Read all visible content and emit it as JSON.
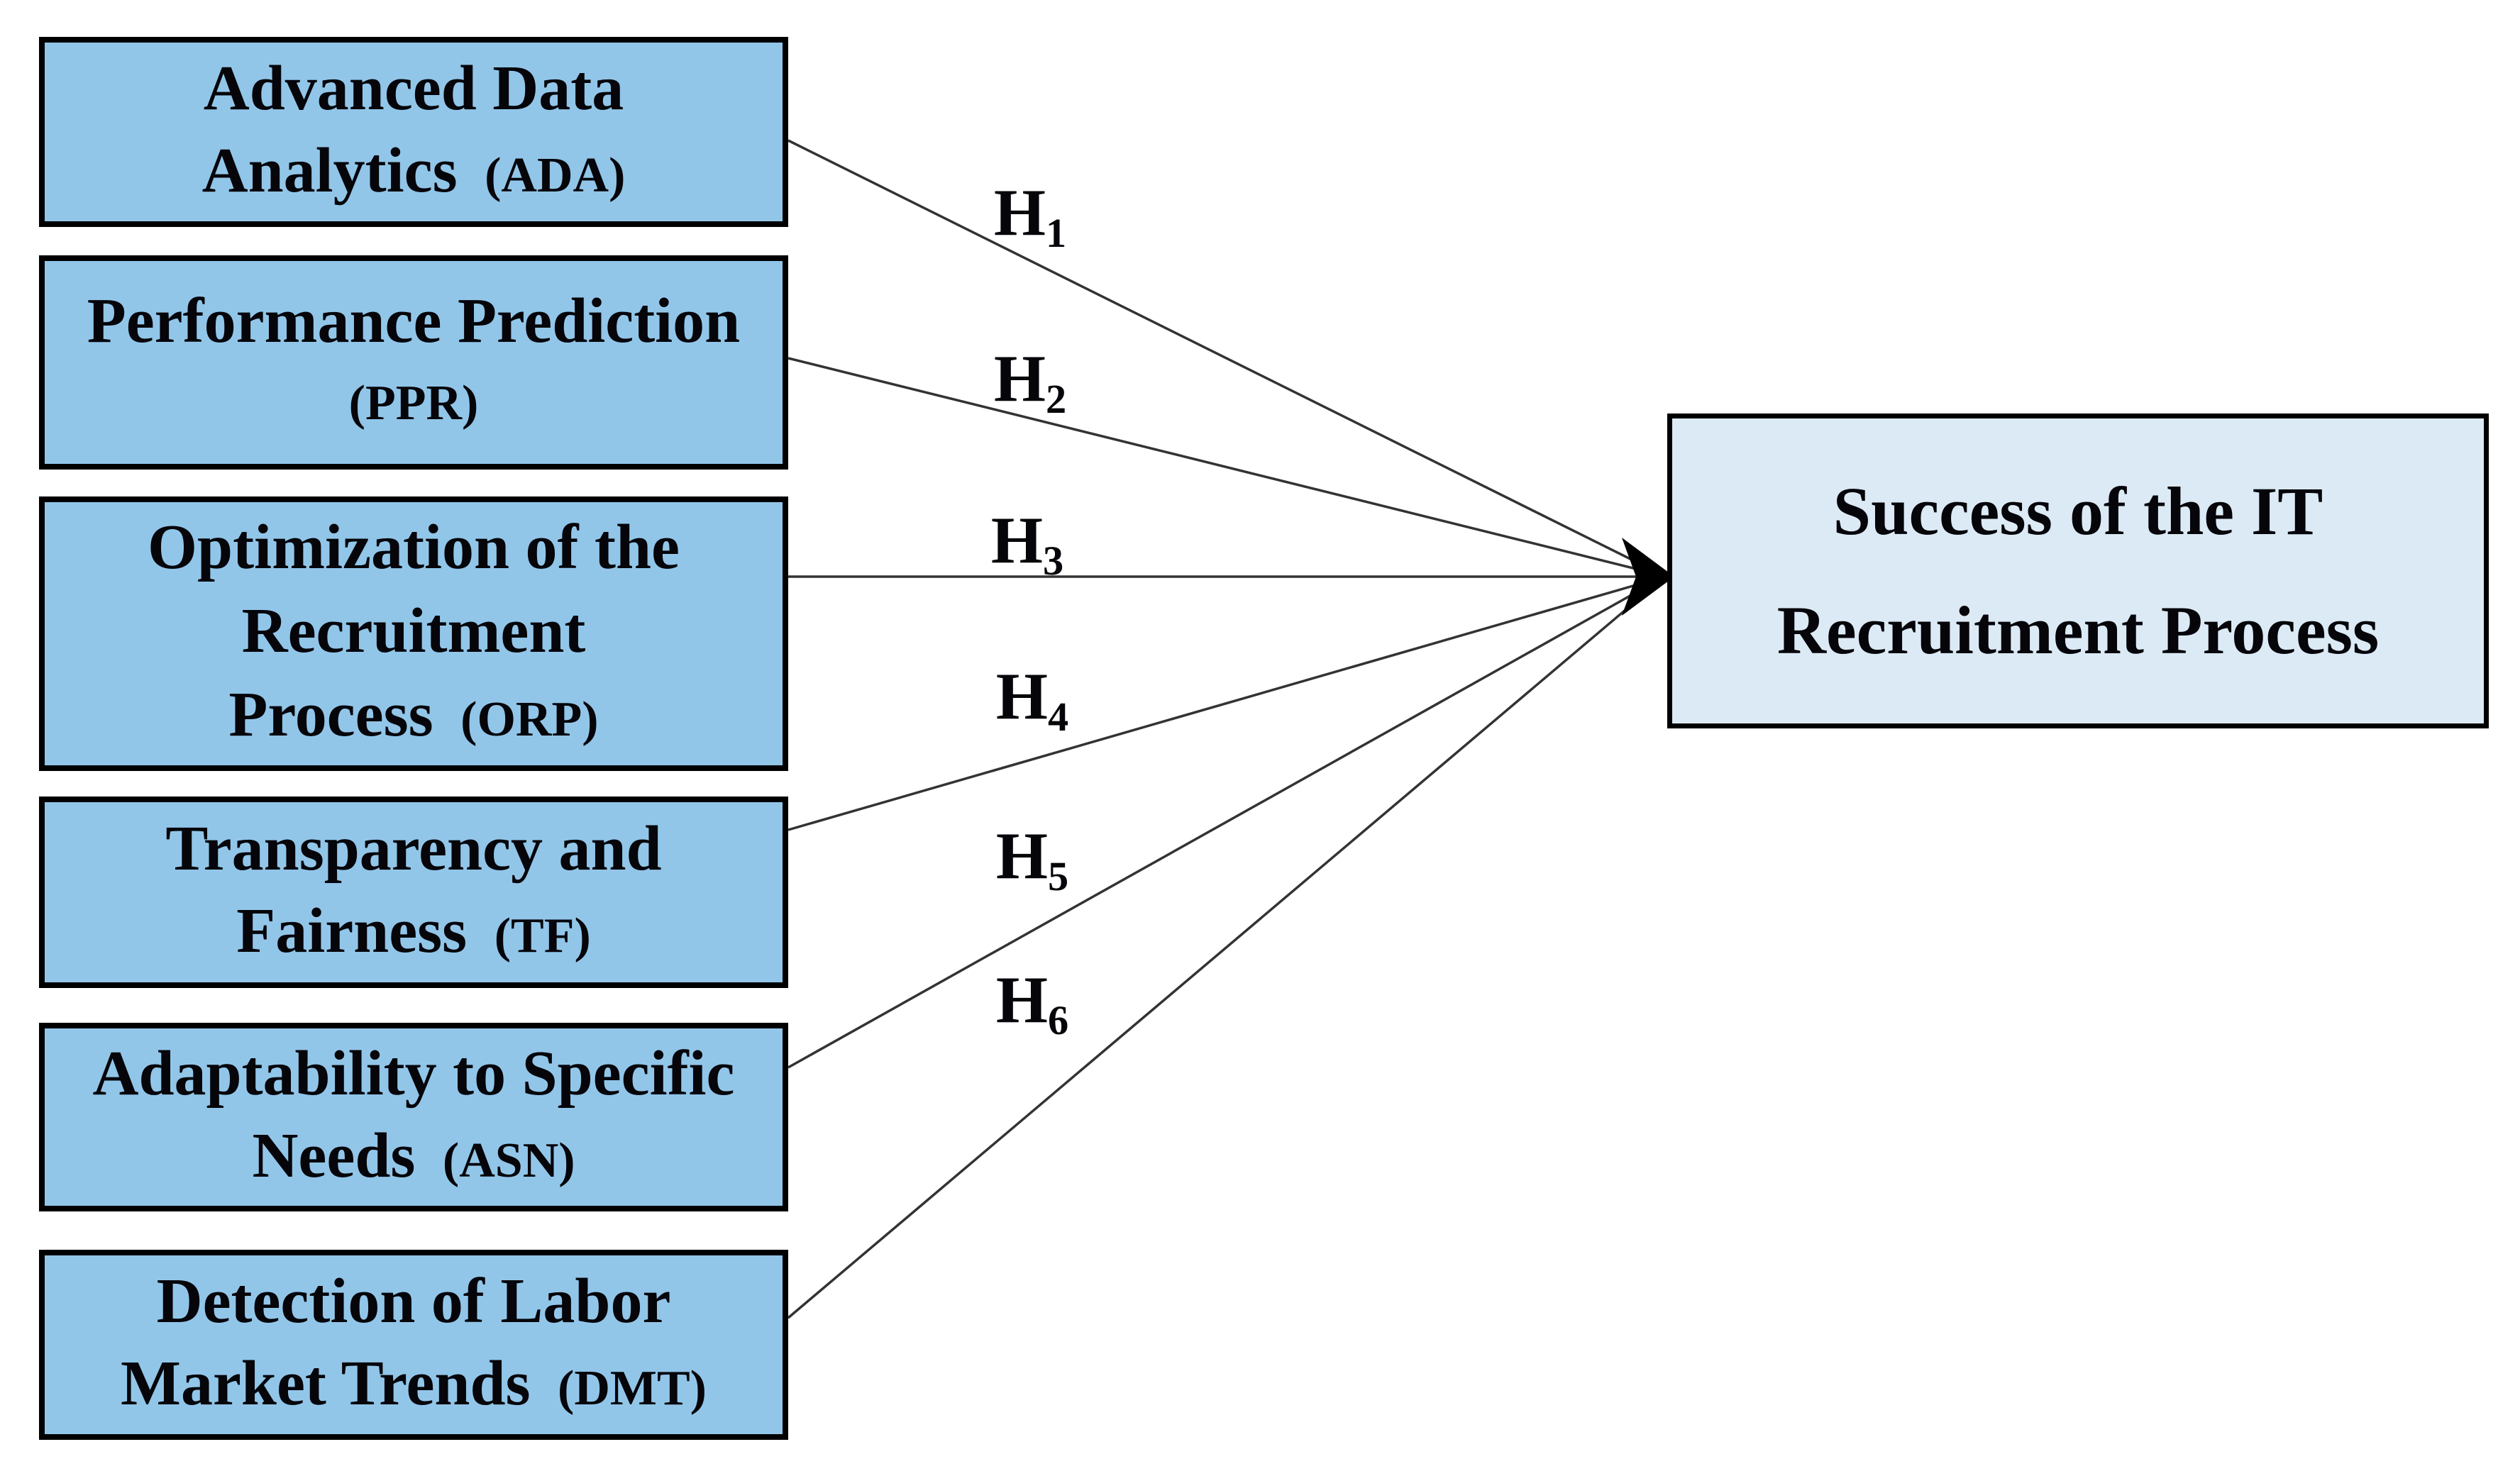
{
  "predictors": [
    {
      "l1": "Advanced Data",
      "l2": "Analytics",
      "abbr": "(ADA)",
      "hyp": "H",
      "hyp_sub": "1"
    },
    {
      "l1": "Performance Prediction",
      "l2": "",
      "abbr": "(PPR)",
      "hyp": "H",
      "hyp_sub": "2"
    },
    {
      "l1": "Optimization of the",
      "l2": "Recruitment",
      "l3": "Process",
      "abbr": "(ORP)",
      "hyp": "H",
      "hyp_sub": "3"
    },
    {
      "l1": "Transparency and",
      "l2": "Fairness",
      "abbr": "(TF)",
      "hyp": "H",
      "hyp_sub": "4"
    },
    {
      "l1": "Adaptability to Specific",
      "l2": "Needs",
      "abbr": "(ASN)",
      "hyp": "H",
      "hyp_sub": "5"
    },
    {
      "l1": "Detection of Labor",
      "l2": "Market Trends",
      "abbr": "(DMT)",
      "hyp": "H",
      "hyp_sub": "6"
    }
  ],
  "outcome": {
    "l1": "Success of the IT",
    "l2": "Recruitment Process"
  },
  "colors": {
    "predictor_fill": "#92c6e9",
    "outcome_fill": "#dceaf5",
    "box_border": "#000000",
    "connector": "#333333",
    "text": "#05050a",
    "background": "#ffffff"
  }
}
